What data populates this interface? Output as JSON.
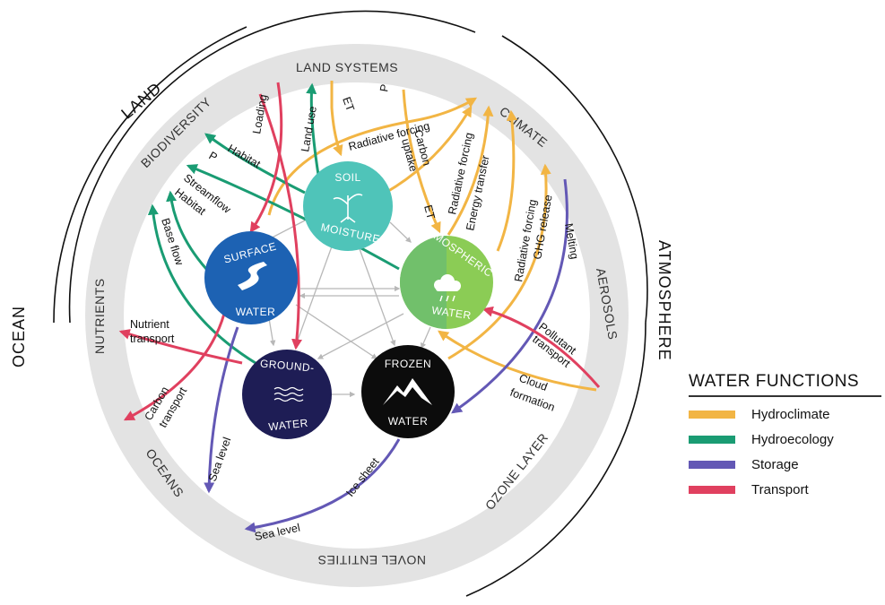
{
  "colors": {
    "hydroclimate": "#f2b544",
    "hydroecology": "#1a9c73",
    "storage": "#6358b5",
    "transport": "#e0405f",
    "ring": "#e3e3e3",
    "soil": "#4fc4b9",
    "surface": "#1d62b3",
    "atmospheric": "#8bcc55",
    "ground": "#1e1d55",
    "frozen": "#0c0c0c"
  },
  "outer": {
    "land": "LAND",
    "ocean": "OCEAN",
    "atmosphere": "ATMOSPHERE"
  },
  "ring_labels": {
    "land_systems": "LAND SYSTEMS",
    "climate": "CLIMATE",
    "biodiversity": "BIODIVERSITY",
    "nutrients": "NUTRIENTS",
    "oceans": "OCEANS",
    "novel_entities": "NOVEL ENTITIES",
    "ozone_layer": "OZONE LAYER",
    "aerosols": "AEROSOLS"
  },
  "nodes": {
    "soil": {
      "line1": "SOIL",
      "line2": "MOISTURE",
      "icon": "plant-icon"
    },
    "surface": {
      "line1": "SURFACE",
      "line2": "WATER",
      "icon": "river-icon"
    },
    "atmospheric": {
      "line1": "ATMOSPHERIC",
      "line2": "WATER",
      "icon": "cloud-rain-icon"
    },
    "ground": {
      "line1": "GROUND-",
      "line2": "WATER",
      "icon": "waves-icon"
    },
    "frozen": {
      "line1": "FROZEN",
      "line2": "WATER",
      "icon": "mountain-icon"
    }
  },
  "flows": {
    "loading": "Loading",
    "land_use": "Land use",
    "et_top": "ET",
    "p_top": "P",
    "radiative_forcing_top": "Radiative forcing",
    "carbon_uptake_1": "Carbon",
    "carbon_uptake_2": "uptake",
    "radiative_forcing_mid": "Radiative forcing",
    "energy_transfer": "Energy transfer",
    "et_mid": "ET",
    "habitat_1": "Habitat",
    "p_mid": "P",
    "streamflow": "Streamflow",
    "habitat_2": "Habitat",
    "base_flow": "Base flow",
    "radiative_forcing_right": "Radiative forcing",
    "ghg_release": "GHG release",
    "melting": "Melting",
    "nutrient_transport_1": "Nutrient",
    "nutrient_transport_2": "transport",
    "pollutant_transport_1": "Pollutant",
    "pollutant_transport_2": "transport",
    "cloud_formation_1": "Cloud",
    "cloud_formation_2": "formation",
    "carbon_transport_1": "Carbon",
    "carbon_transport_2": "transport",
    "sea_level_left": "Sea level",
    "ice_sheet": "Ice sheet",
    "sea_level_bottom": "Sea level"
  },
  "legend": {
    "title": "WATER FUNCTIONS",
    "items": [
      {
        "label": "Hydroclimate",
        "color": "#f2b544"
      },
      {
        "label": "Hydroecology",
        "color": "#1a9c73"
      },
      {
        "label": "Storage",
        "color": "#6358b5"
      },
      {
        "label": "Transport",
        "color": "#e0405f"
      }
    ]
  }
}
